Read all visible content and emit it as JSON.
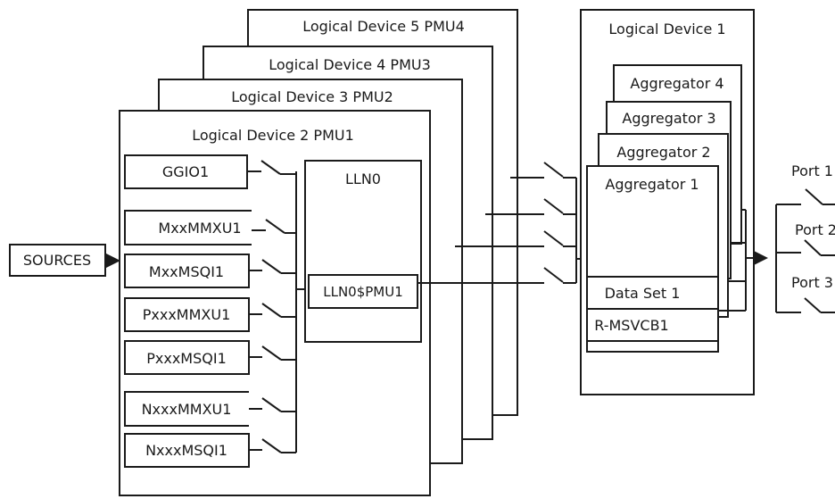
{
  "sources": "SOURCES",
  "logical_devices": {
    "ld5": "Logical Device 5 PMU4",
    "ld4": "Logical Device 4 PMU3",
    "ld3": "Logical Device 3 PMU2",
    "ld2": "Logical Device 2 PMU1",
    "ld1": "Logical Device 1"
  },
  "nodes": {
    "ggio1": "GGIO1",
    "mxxmmxu1": "MxxMMXU1",
    "mxxmsqi1": "MxxMSQI1",
    "pxxxmmxu1": "PxxxMMXU1",
    "pxxxmsqi1": "PxxxMSQI1",
    "nxxxmmxu1": "NxxxMMXU1",
    "nxxxmsqi1": "NxxxMSQI1",
    "lln0": "LLN0",
    "lln0_pmu1": "LLN0$PMU1"
  },
  "aggregators": {
    "a4": "Aggregator 4",
    "a3": "Aggregator 3",
    "a2": "Aggregator 2",
    "a1": "Aggregator 1",
    "data_set": "Data Set 1",
    "msvcb": "R-MSVCB1"
  },
  "ports": {
    "p1": "Port 1",
    "p2": "Port 2",
    "p3": "Port 3"
  }
}
